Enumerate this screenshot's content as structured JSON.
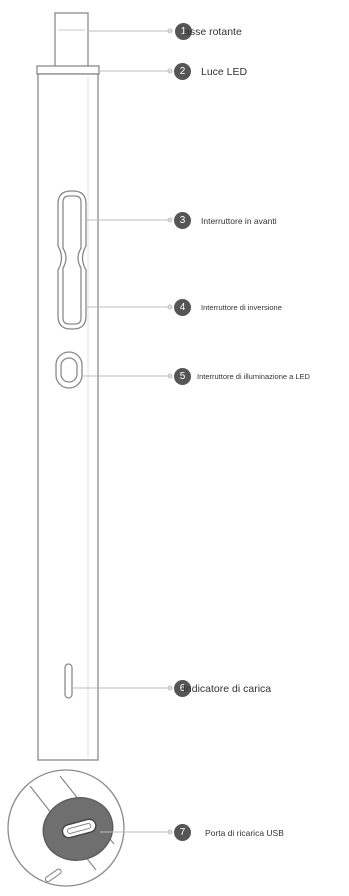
{
  "colors": {
    "outline": "#7a7a7a",
    "badge": "#555555",
    "leader": "#bdbdbd",
    "port_fill": "#6f6f6f"
  },
  "callouts": [
    {
      "number": "1",
      "label": "asse rotante"
    },
    {
      "number": "2",
      "label": "Luce LED"
    },
    {
      "number": "3",
      "label": "Interruttore in avanti"
    },
    {
      "number": "4",
      "label": "Interruttore di inversione"
    },
    {
      "number": "5",
      "label": "Interruttore di illuminazione a LED"
    },
    {
      "number": "6",
      "label": "Indicatore di carica"
    },
    {
      "number": "7",
      "label": "Porta di ricarica USB"
    }
  ]
}
